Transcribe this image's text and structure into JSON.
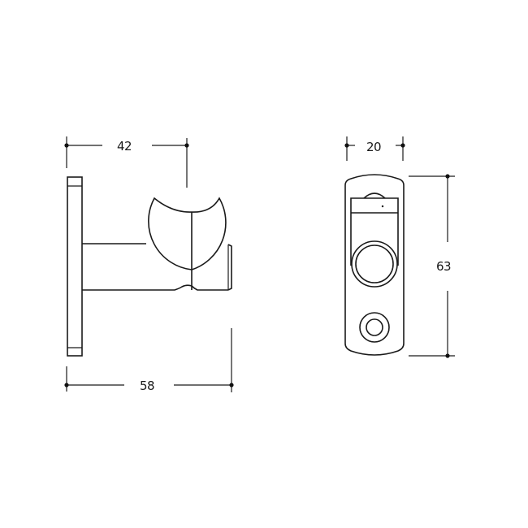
{
  "drawing": {
    "type": "technical-dimension-drawing",
    "subject": "wall hook",
    "line_color": "#1a1a1a",
    "background": "#ffffff"
  },
  "side_view": {
    "dimensions": {
      "top_width": "42",
      "bottom_width": "58"
    }
  },
  "front_view": {
    "dimensions": {
      "width": "20",
      "height": "63"
    }
  }
}
